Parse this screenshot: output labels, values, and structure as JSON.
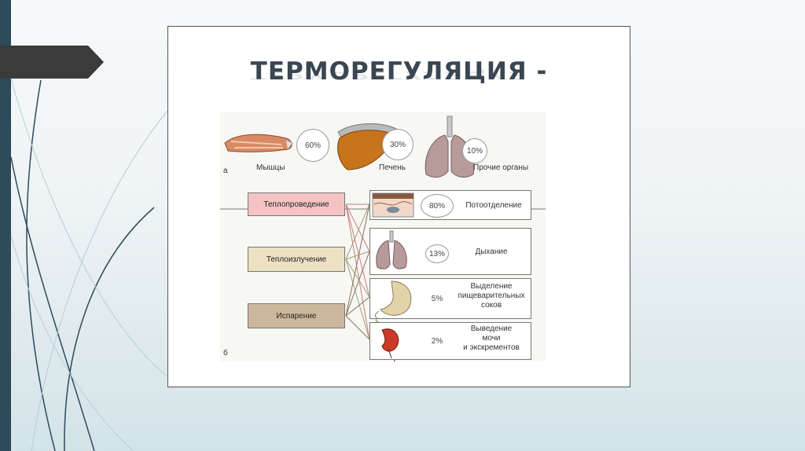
{
  "slide": {
    "title": "ТЕРМОРЕГУЛЯЦИЯ -"
  },
  "figure_a": {
    "panel_label": "а",
    "organs": [
      {
        "label": "Мышцы",
        "percent": "60%",
        "icon": "muscle-icon"
      },
      {
        "label": "Печень",
        "percent": "30%",
        "icon": "liver-icon"
      },
      {
        "label": "Прочие органы",
        "percent": "10%",
        "icon": "lungs-icon"
      }
    ]
  },
  "figure_b": {
    "panel_label": "б",
    "mechanisms": [
      {
        "label": "Теплопроведение",
        "color": "#f4c3c3"
      },
      {
        "label": "Теплоизлучение",
        "color": "#ece2c2"
      },
      {
        "label": "Испарение",
        "color": "#cdb79c"
      }
    ],
    "outputs": [
      {
        "label": "Потоотделение",
        "percent": "80%",
        "icon": "skin-section-icon"
      },
      {
        "label": "Дыхание",
        "percent": "13%",
        "icon": "lungs-icon"
      },
      {
        "label_lines": [
          "Выделение",
          "пищеварительных",
          "соков"
        ],
        "percent": "5%",
        "icon": "stomach-icon"
      },
      {
        "label_lines": [
          "Выведение",
          "мочи",
          "и экскрементов"
        ],
        "percent": "2%",
        "icon": "kidney-icon"
      }
    ]
  },
  "colors": {
    "sidebar": "#2e4a5b",
    "title": "#3a4652",
    "tab": "#3b3b3b"
  }
}
